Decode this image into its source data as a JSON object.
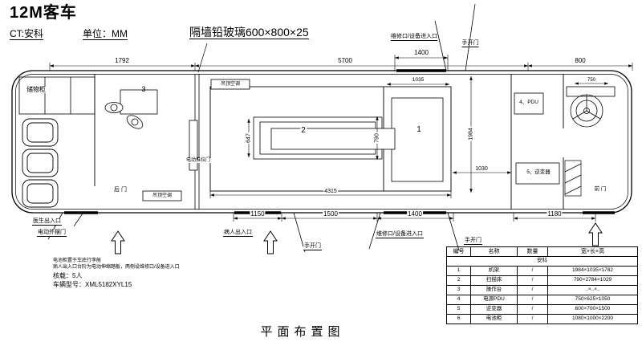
{
  "header": {
    "title": "12M客车",
    "ct": "CT:安科",
    "unit": "单位：MM"
  },
  "annotation": {
    "lead_glass": "隔墙铅玻璃600×800×25"
  },
  "dimensions": {
    "top": {
      "d1792": "1792",
      "d5700": "5700",
      "d1400": "1400",
      "d800": "800"
    },
    "inner": {
      "d1035": "1035",
      "d750": "750",
      "d647": "647",
      "d790": "790",
      "d1984": "1984",
      "d1030": "1030",
      "d4315": "4315"
    },
    "bottom": {
      "d1150": "1150",
      "d1500": "1500",
      "d1400": "1400",
      "d1180": "1180"
    }
  },
  "rooms": {
    "storage": "储物柜",
    "op_room": "3",
    "scan_room": "2",
    "gantry": "1",
    "pdu": "4、PDU",
    "inverter": "5、逆变器"
  },
  "labels": {
    "rear_door": "后 门",
    "front_door": "前 门",
    "slide_door": "电动推拉门",
    "ac_front": "吊顶空调",
    "ac_rear": "吊顶空调"
  },
  "callouts": {
    "service_top": "维修口/设备进入口",
    "hand_door_top": "手开门",
    "doctor_exit": "医生出入口",
    "doctor_door": "电动外摆门",
    "patient_entry": "病人出入口",
    "hand_door_mid": "手开门",
    "service_bottom": "维修口/设备进入口",
    "hand_door_right": "手开门"
  },
  "notes": {
    "line1": "电池柜置于车底行李舱",
    "line2": "病人出入口台阶为电动伸缩踏板，两侧设维修口/设备进入口",
    "capacity": "核载：5人",
    "model": "车辆型号：XML5182XYL15"
  },
  "table": {
    "headers": [
      "编号",
      "名称",
      "数量",
      "宽×长×高"
    ],
    "brand": "安科",
    "rows": [
      [
        "1",
        "机架",
        "/",
        "1984×1035×1782"
      ],
      [
        "2",
        "扫描床",
        "/",
        "790×2784×1029"
      ],
      [
        "3",
        "操作台",
        "/",
        "..×..×.."
      ],
      [
        "4",
        "电源PDU",
        "/",
        "750×625×1050"
      ],
      [
        "5",
        "逆变器",
        "/",
        "600×700×1500"
      ],
      [
        "6",
        "电池柜",
        "/",
        "1080×1000×2200"
      ]
    ]
  },
  "footer": {
    "title": "平面布置图"
  }
}
